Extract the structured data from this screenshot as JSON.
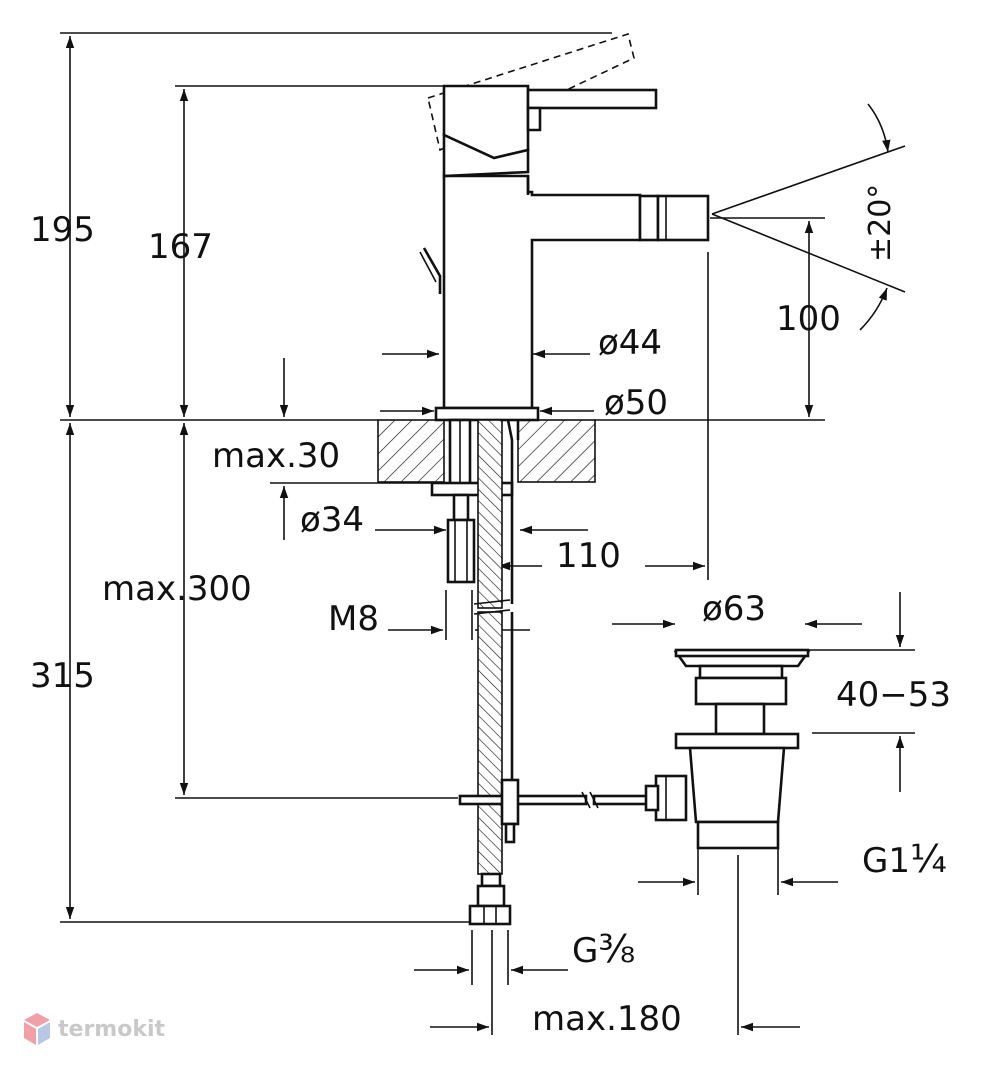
{
  "dimensions": {
    "total_height": "195",
    "spout_height": "167",
    "jet_angle": "±20°",
    "jet_height": "100",
    "body_diameter": "ø44",
    "base_diameter": "ø50",
    "max_counter": "max.30",
    "hole_diameter": "ø34",
    "reach": "110",
    "max_below": "max.300",
    "stud_thread": "M8",
    "below_total": "315",
    "waste_diameter": "ø63",
    "waste_range": "40−53",
    "waste_thread_main": "G1",
    "waste_thread_frac": "¼",
    "hose_thread_main": "G",
    "hose_thread_frac": "⅜",
    "max_offset": "max.180"
  },
  "watermark": {
    "brand": "termokit",
    "logo_color": "#f2a0a8",
    "logo_color_2": "#b9c7e6"
  }
}
